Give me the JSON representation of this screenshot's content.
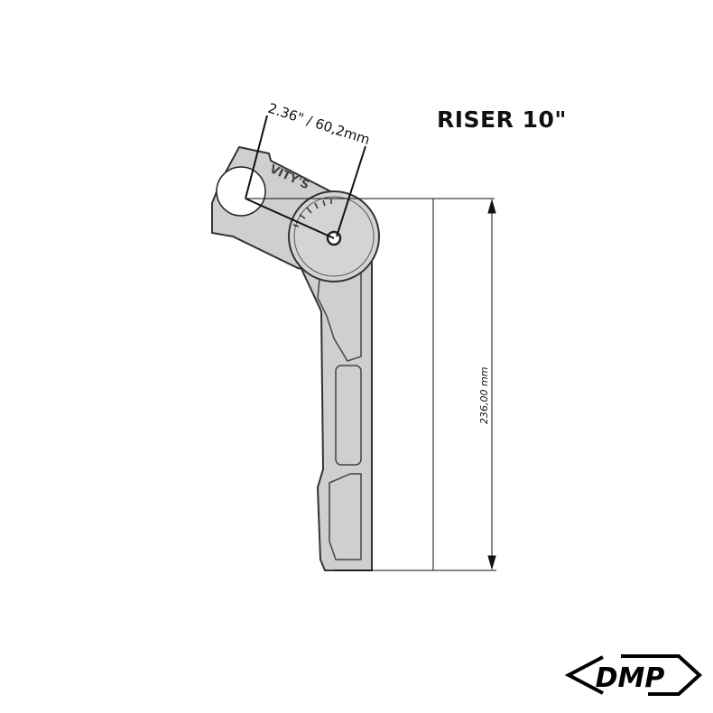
{
  "title": "RISER 10\"",
  "dimensions": {
    "offset": "2.36\" / 60,2mm",
    "height": "236,00 mm"
  },
  "part_engraving": "VITY'S",
  "logo": "DMP",
  "colors": {
    "part_fill": "#cfcfcf",
    "outline": "#222222",
    "logo": "#000000"
  }
}
